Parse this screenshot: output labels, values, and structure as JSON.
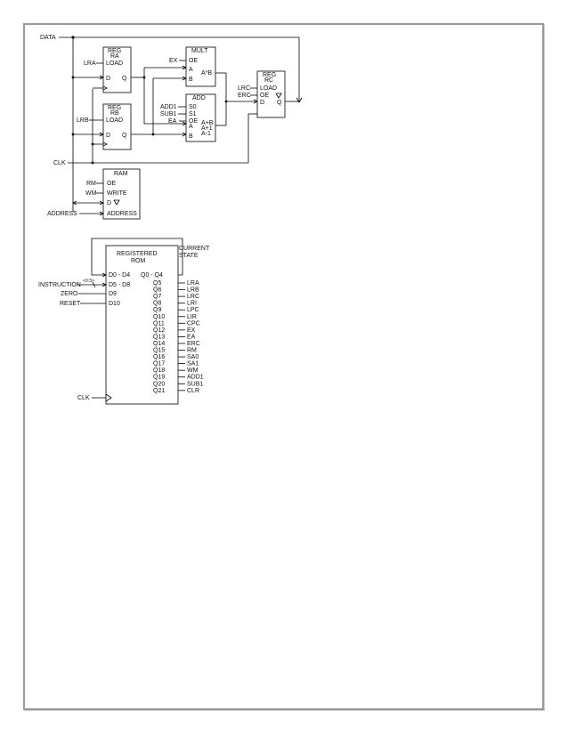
{
  "upper": {
    "data": "DATA",
    "clk": "CLK",
    "address": "ADDRESS",
    "reg_a": {
      "title": "REG",
      "name": "RA",
      "load": "LOAD",
      "d": "D",
      "q": "Q",
      "ctrl": "LRA"
    },
    "reg_b": {
      "title": "REG",
      "name": "RB",
      "load": "LOAD",
      "d": "D",
      "q": "Q",
      "ctrl": "LRB"
    },
    "reg_c": {
      "title": "REG",
      "name": "RC",
      "load": "LOAD",
      "oe": "OE",
      "d": "D",
      "q": "Q",
      "ctrl_load": "LRC",
      "ctrl_oe": "ERC"
    },
    "mult": {
      "title": "MULT",
      "oe": "OE",
      "a": "A",
      "b": "B",
      "out": "A*B",
      "ctrl": "EX"
    },
    "add": {
      "title": "ADD",
      "s0": "S0",
      "s1": "S1",
      "oe": "OE",
      "a": "A",
      "b": "B",
      "out1": "A+B",
      "out2": "A+1",
      "out3": "A-1",
      "ctrl_s0": "ADD1",
      "ctrl_s1": "SUB1",
      "ctrl_oe": "EA"
    },
    "ram": {
      "title": "RAM",
      "oe": "OE",
      "write": "WRITE",
      "d": "D",
      "address": "ADDRESS",
      "ctrl_oe": "RM",
      "ctrl_write": "WM"
    }
  },
  "lower": {
    "rom_title_1": "REGISTERED",
    "rom_title_2": "ROM",
    "current_state_1": "CURRENT",
    "current_state_2": "STATE",
    "instruction": "INSTRUCTION",
    "instruction_bus": "<0:3>",
    "zero": "ZERO",
    "reset": "RESET",
    "clk": "CLK",
    "inputs": [
      "D0 - D4",
      "D5 - D8",
      "D9",
      "D10"
    ],
    "state_outputs": "Q0 - Q4",
    "outputs": [
      {
        "pin": "Q5",
        "signal": "LRA"
      },
      {
        "pin": "Q6",
        "signal": "LRB"
      },
      {
        "pin": "Q7",
        "signal": "LRC"
      },
      {
        "pin": "Q8",
        "signal": "LRI"
      },
      {
        "pin": "Q9",
        "signal": "LPC"
      },
      {
        "pin": "Q10",
        "signal": "LIR"
      },
      {
        "pin": "Q11",
        "signal": "CPC"
      },
      {
        "pin": "Q12",
        "signal": "EX"
      },
      {
        "pin": "Q13",
        "signal": "EA"
      },
      {
        "pin": "Q14",
        "signal": "ERC"
      },
      {
        "pin": "Q15",
        "signal": "RM"
      },
      {
        "pin": "Q16",
        "signal": "SA0"
      },
      {
        "pin": "Q17",
        "signal": "SA1"
      },
      {
        "pin": "Q18",
        "signal": "WM"
      },
      {
        "pin": "Q19",
        "signal": "ADD1"
      },
      {
        "pin": "Q20",
        "signal": "SUB1"
      },
      {
        "pin": "Q21",
        "signal": "CLR"
      }
    ]
  }
}
